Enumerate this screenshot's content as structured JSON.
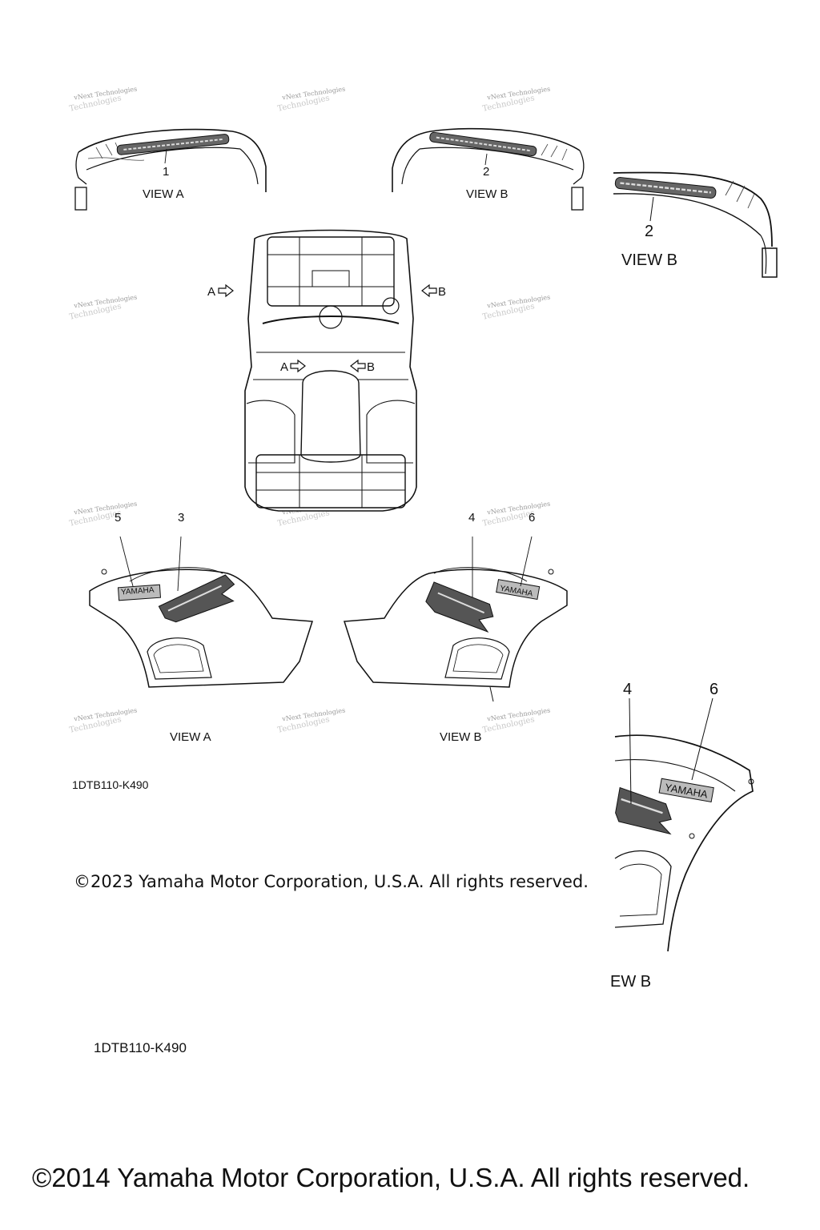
{
  "labels": {
    "view_a": "VIEW A",
    "view_b": "VIEW B",
    "view_b_partial": "EW B",
    "arrow_a": "A",
    "arrow_b": "B"
  },
  "callouts": [
    "1",
    "2",
    "3",
    "4",
    "5",
    "6"
  ],
  "decal_text": {
    "yamaha": "YAMAHA"
  },
  "part_code": "1DTB110-K490",
  "copyright_2023": "©2023 Yamaha Motor Corporation, U.S.A. All rights reserved.",
  "copyright_2014": "©2014 Yamaha Motor Corporation, U.S.A. All rights reserved.",
  "watermark": {
    "line1": "vNext Technologies",
    "line2": "Technologies"
  }
}
